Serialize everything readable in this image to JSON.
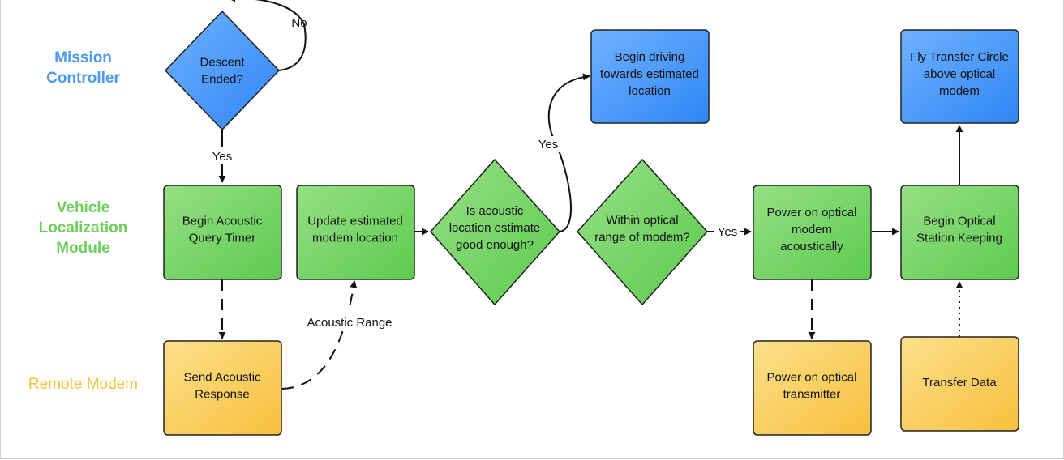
{
  "colors": {
    "blue_light": "#6fb1ff",
    "blue_dark": "#2f86f5",
    "blue_lane": "#4d9bf0",
    "green_light": "#96df85",
    "green_dark": "#5ccb4e",
    "green_lane": "#6fcf5d",
    "orange_light": "#fde08b",
    "orange_dark": "#f7c03d",
    "orange_lane": "#f7c23e",
    "stroke": "#222222",
    "edge": "#111111"
  },
  "lanes": {
    "mission": "Mission\nController",
    "vehicle": "Vehicle\nLocalization\nModule",
    "remote": "Remote Modem"
  },
  "nodes": {
    "descent_ended": [
      "Descent",
      "Ended?"
    ],
    "begin_driving": [
      "Begin driving",
      "towards estimated",
      "location"
    ],
    "fly_transfer": [
      "Fly Transfer Circle",
      "above optical",
      "modem"
    ],
    "begin_acoustic_timer": [
      "Begin Acoustic",
      "Query Timer"
    ],
    "update_location": [
      "Update estimated",
      "modem location"
    ],
    "acoustic_good": [
      "Is acoustic",
      "location estimate",
      "good enough?"
    ],
    "within_optical": [
      "Within optical",
      "range of modem?"
    ],
    "power_optical_modem": [
      "Power on optical",
      "modem",
      "acoustically"
    ],
    "begin_station_keeping": [
      "Begin Optical",
      "Station Keeping"
    ],
    "send_response": [
      "Send Acoustic",
      "Response"
    ],
    "power_transmitter": [
      "Power on optical",
      "transmitter"
    ],
    "transfer_data": [
      "Transfer Data"
    ]
  },
  "edge_labels": {
    "no": "No",
    "yes_descent": "Yes",
    "yes_acoustic": "Yes",
    "yes_optical": "Yes",
    "acoustic_range": "Acoustic Range"
  }
}
